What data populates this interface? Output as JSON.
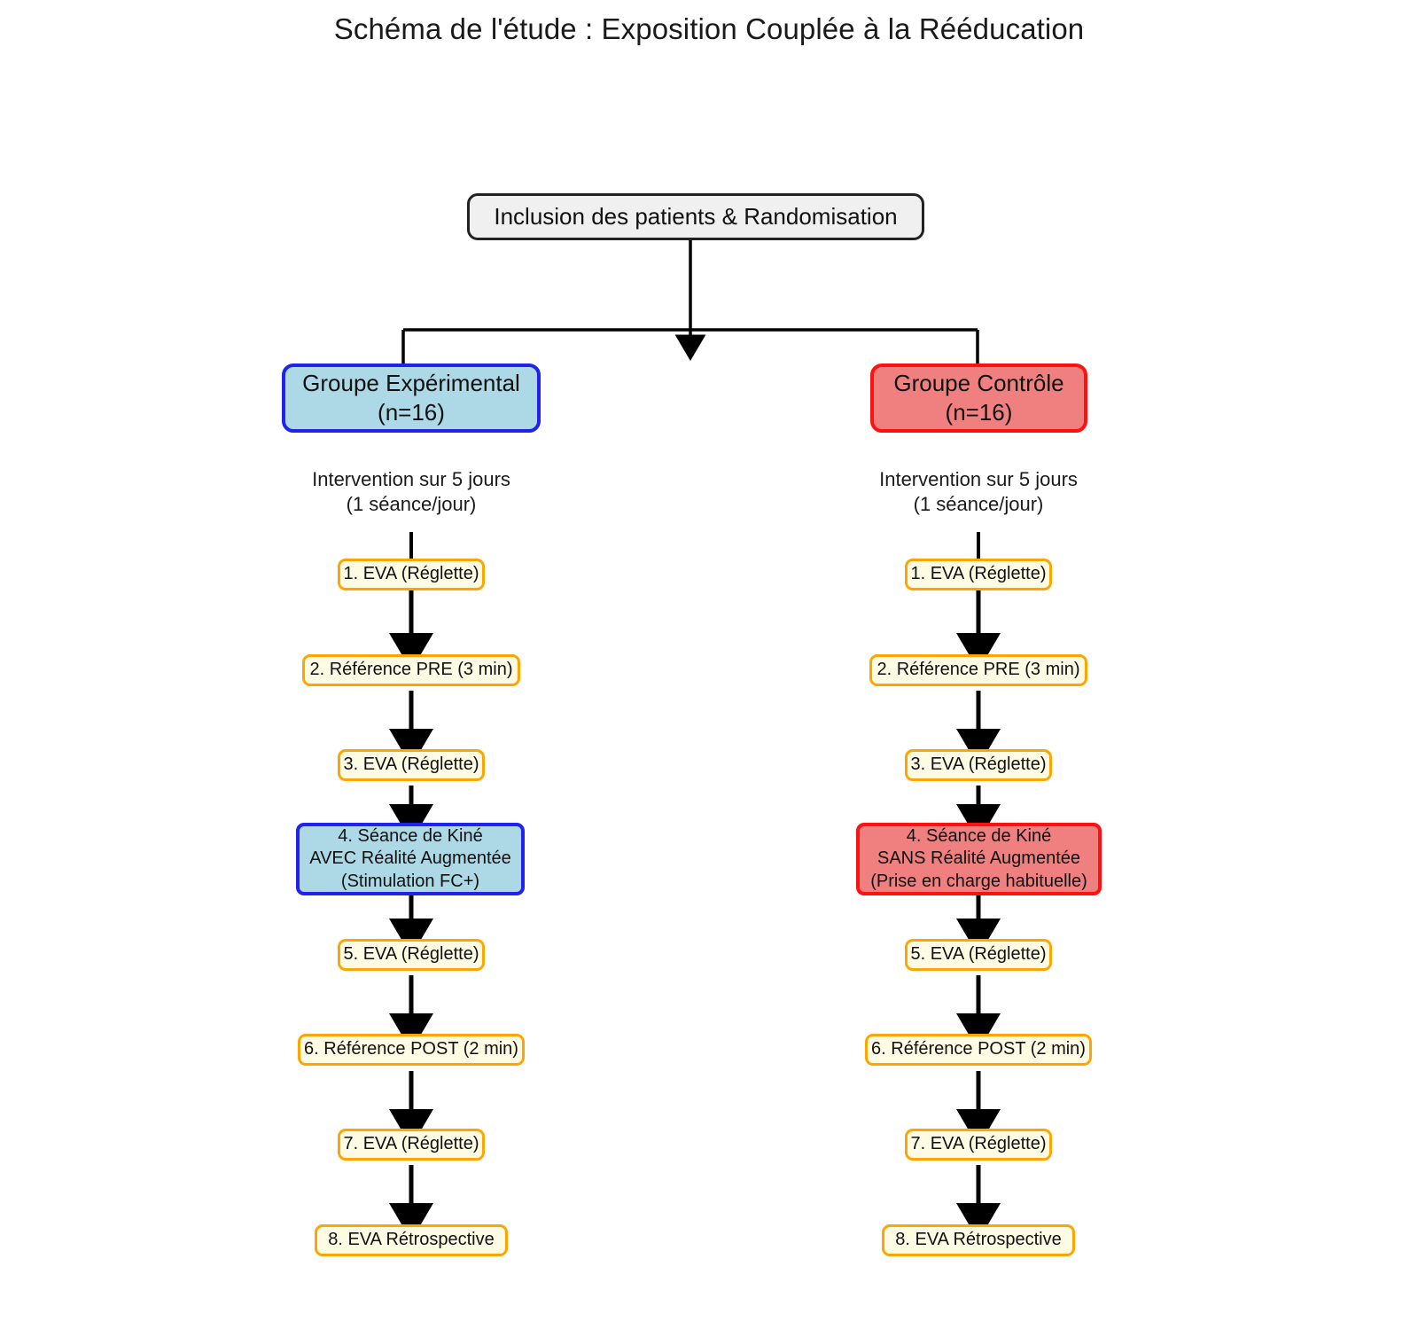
{
  "diagram": {
    "title": "Schéma de l'étude : Exposition Couplée à la Rééducation",
    "root": {
      "label": "Inclusion des patients & Randomisation"
    },
    "arms": [
      {
        "id": "experimental",
        "group_label": "Groupe Expérimental\n(n=16)",
        "caption": "Intervention sur 5 jours\n(1 séance/jour)",
        "accent_fill": "#add8e6",
        "accent_border": "#2222ee",
        "steps": [
          {
            "label": "1. EVA (Réglette)",
            "kind": "step"
          },
          {
            "label": "2. Référence PRE (3 min)",
            "kind": "step"
          },
          {
            "label": "3. EVA (Réglette)",
            "kind": "step"
          },
          {
            "label": "4. Séance de Kiné\nAVEC Réalité Augmentée\n(Stimulation FC+)",
            "kind": "session"
          },
          {
            "label": "5. EVA (Réglette)",
            "kind": "step"
          },
          {
            "label": "6. Référence POST (2 min)",
            "kind": "step"
          },
          {
            "label": "7. EVA (Réglette)",
            "kind": "step"
          },
          {
            "label": "8. EVA Rétrospective",
            "kind": "step"
          }
        ]
      },
      {
        "id": "control",
        "group_label": "Groupe Contrôle\n(n=16)",
        "caption": "Intervention sur 5 jours\n(1 séance/jour)",
        "accent_fill": "#f0807f",
        "accent_border": "#ff1111",
        "steps": [
          {
            "label": "1. EVA (Réglette)",
            "kind": "step"
          },
          {
            "label": "2. Référence PRE (3 min)",
            "kind": "step"
          },
          {
            "label": "3. EVA (Réglette)",
            "kind": "step"
          },
          {
            "label": "4. Séance de Kiné\nSANS Réalité Augmentée\n(Prise en charge habituelle)",
            "kind": "session"
          },
          {
            "label": "5. EVA (Réglette)",
            "kind": "step"
          },
          {
            "label": "6. Référence POST (2 min)",
            "kind": "step"
          },
          {
            "label": "7. EVA (Réglette)",
            "kind": "step"
          },
          {
            "label": "8. EVA Rétrospective",
            "kind": "step"
          }
        ]
      }
    ],
    "colors": {
      "step_fill": "#fdfbe3",
      "step_border": "#ffa500",
      "root_fill": "#f0f0f0",
      "root_border": "#222222",
      "edge": "#000000",
      "background": "#ffffff"
    }
  }
}
